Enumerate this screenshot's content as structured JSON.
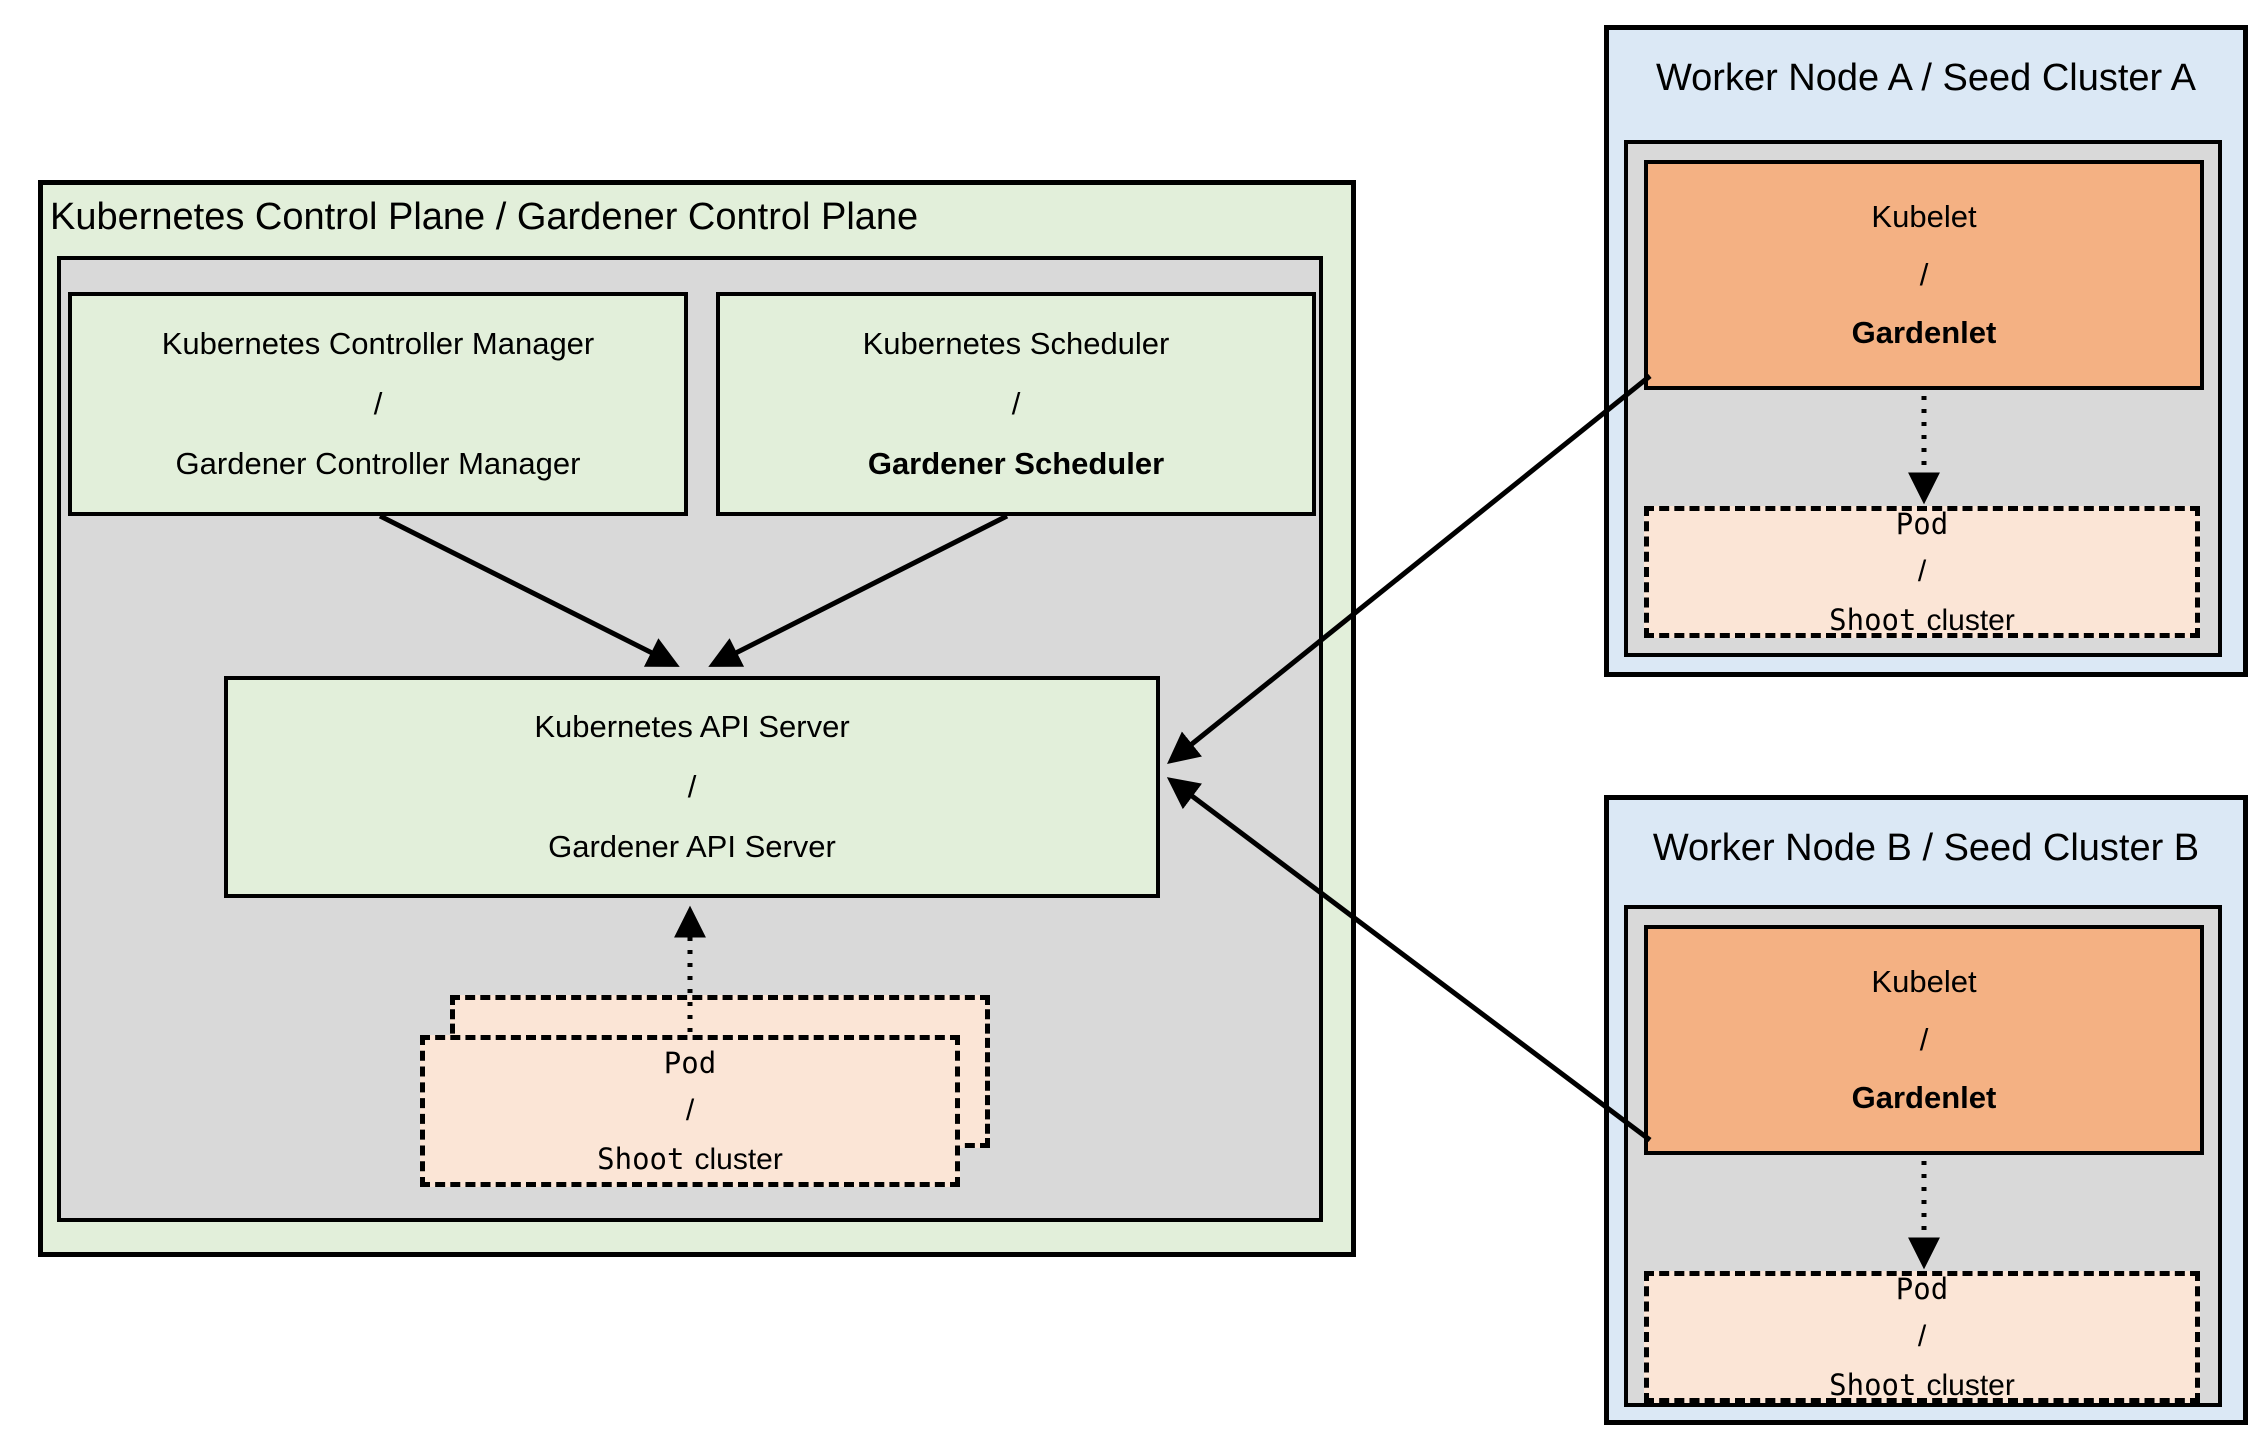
{
  "colors": {
    "green": "#e2efda",
    "gray": "#d9d9d9",
    "orange": "#f4b183",
    "peach": "#fbe5d6",
    "blue": "#dbe8f5",
    "border": "#000000",
    "canvas": "#ffffff"
  },
  "control_plane": {
    "title": "Kubernetes Control Plane / Gardener Control Plane",
    "controller_manager": {
      "top": "Kubernetes Controller Manager",
      "sep": "/",
      "bottom": "Gardener Controller Manager"
    },
    "scheduler": {
      "top": "Kubernetes Scheduler",
      "sep": "/",
      "bottom": "Gardener Scheduler"
    },
    "api_server": {
      "top": "Kubernetes API Server",
      "sep": "/",
      "bottom": "Gardener API Server"
    },
    "pod_stack": {
      "pod": "Pod",
      "sep": "/",
      "shoot": "Shoot",
      "cluster": "cluster"
    }
  },
  "workers": [
    {
      "title": "Worker Node A / Seed Cluster A",
      "kubelet": {
        "top": "Kubelet",
        "sep": "/",
        "bottom": "Gardenlet"
      },
      "pod": {
        "pod": "Pod",
        "sep": "/",
        "shoot": "Shoot",
        "cluster": "cluster"
      }
    },
    {
      "title": "Worker Node B / Seed Cluster B",
      "kubelet": {
        "top": "Kubelet",
        "sep": "/",
        "bottom": "Gardenlet"
      },
      "pod": {
        "pod": "Pod",
        "sep": "/",
        "shoot": "Shoot",
        "cluster": "cluster"
      }
    }
  ]
}
